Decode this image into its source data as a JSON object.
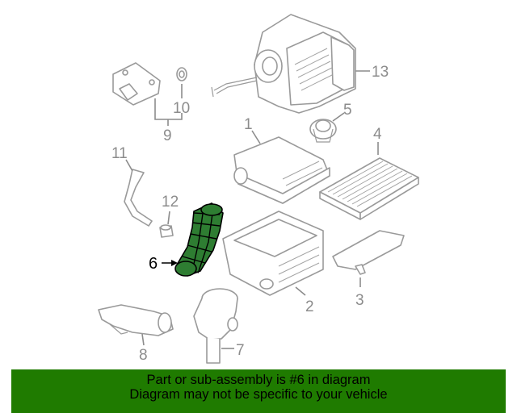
{
  "callouts": {
    "c1": "1",
    "c2": "2",
    "c3": "3",
    "c4": "4",
    "c5": "5",
    "c6": "6",
    "c7": "7",
    "c8": "8",
    "c9": "9",
    "c10": "10",
    "c11": "11",
    "c12": "12",
    "c13": "13"
  },
  "highlight_color": "#2e7d32",
  "banner": {
    "line1": "Part or sub-assembly is #6 in diagram",
    "line2": "Diagram may not be specific to your vehicle",
    "background": "#1f7b00"
  }
}
